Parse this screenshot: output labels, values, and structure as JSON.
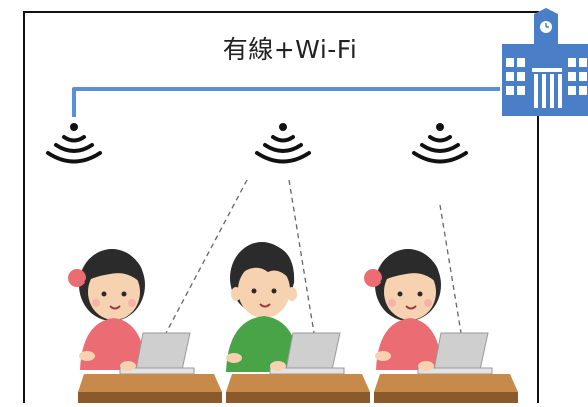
{
  "diagram": {
    "title": "有線+Wi-Fi",
    "colors": {
      "frame": "#111111",
      "wired_line": "#5b8fd6",
      "wifi_icon": "#111111",
      "dashed_link": "#666666",
      "building": "#4a7fc8",
      "desk": "#8a5a2b",
      "laptop": "#d9d9d9",
      "shirt_girl": "#ec6c74",
      "shirt_boy": "#49a347",
      "hair": "#2b2b2b",
      "skin": "#f7d2b0"
    },
    "icons": [
      "building-icon",
      "wifi-icon",
      "wifi-icon",
      "wifi-icon"
    ],
    "students": [
      {
        "type": "girl",
        "shirt": "shirt_girl"
      },
      {
        "type": "boy",
        "shirt": "shirt_boy"
      },
      {
        "type": "girl",
        "shirt": "shirt_girl"
      }
    ]
  }
}
